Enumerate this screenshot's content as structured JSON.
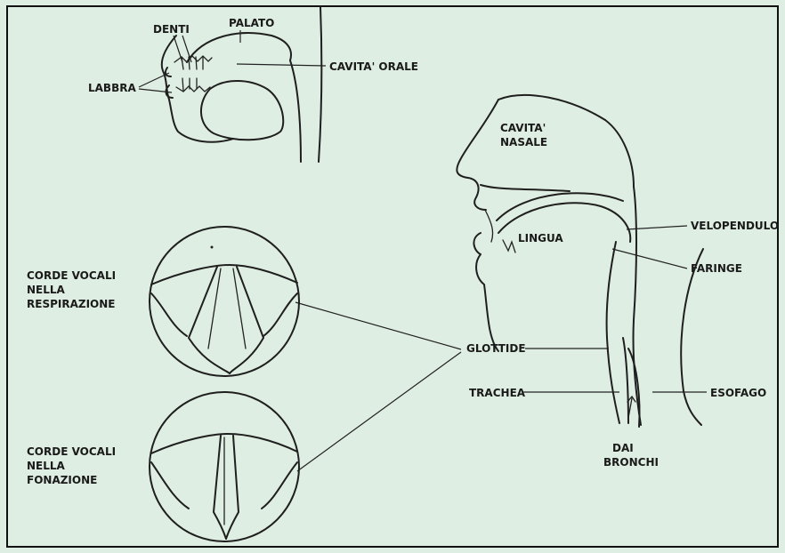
{
  "labels": {
    "denti": "DENTI",
    "palato": "PALATO",
    "labbra": "LABBRA",
    "cavita_orale": "CAVITA' ORALE",
    "cavita_nasale_1": "CAVITA'",
    "cavita_nasale_2": "NASALE",
    "lingua": "LINGUA",
    "velopendulo": "VELOPENDULO",
    "faringe": "FARINGE",
    "respirazione_1": "CORDE VOCALI",
    "respirazione_2": "NELLA",
    "respirazione_3": "RESPIRAZIONE",
    "glottide": "GLOTTIDE",
    "trachea": "TRACHEA",
    "esofago": "ESOFAGO",
    "dai_bronchi_1": "DAI",
    "dai_bronchi_2": "BRONCHI",
    "fonazione_1": "CORDE VOCALI",
    "fonazione_2": "NELLA",
    "fonazione_3": "FONAZIONE"
  },
  "colors": {
    "background": "#dfeee2",
    "ink": "#1f1f1f",
    "frame": "#111111"
  }
}
